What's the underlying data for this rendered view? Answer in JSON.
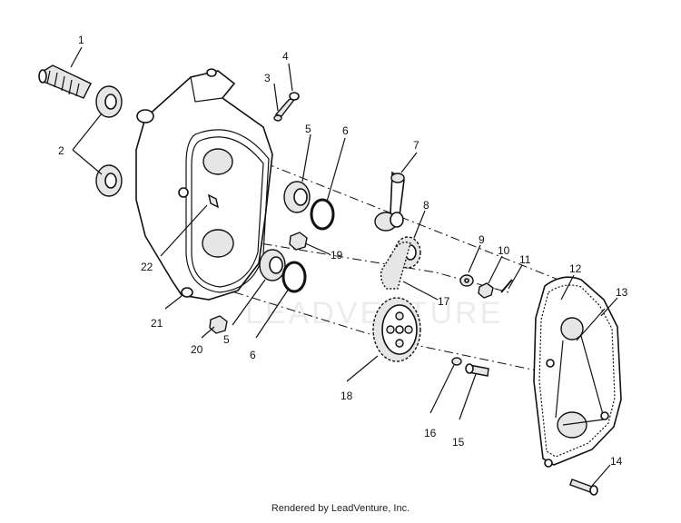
{
  "watermark": "LEADVENTURE",
  "footer": "Rendered by LeadVenture, Inc.",
  "callouts": {
    "c1": "1",
    "c2": "2",
    "c3": "3",
    "c4": "4",
    "c5a": "5",
    "c5b": "5",
    "c6a": "6",
    "c6b": "6",
    "c7": "7",
    "c8": "8",
    "c9": "9",
    "c10": "10",
    "c11": "11",
    "c12": "12",
    "c13": "13",
    "c14": "14",
    "c15": "15",
    "c16": "16",
    "c17": "17",
    "c18": "18",
    "c19": "19",
    "c20": "20",
    "c21": "21",
    "c22": "22"
  }
}
